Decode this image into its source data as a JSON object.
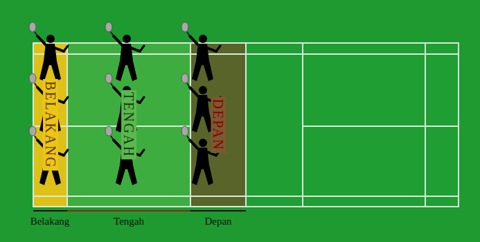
{
  "diagram": {
    "nodes": [
      {
        "text": [
          "BELAKANG"
        ]
      },
      {
        "text": [
          "TENGAH"
        ]
      },
      {
        "text": [
          "DEPAN"
        ]
      }
    ],
    "labels": [
      "Belakang",
      "Tengah",
      "Depan"
    ]
  }
}
